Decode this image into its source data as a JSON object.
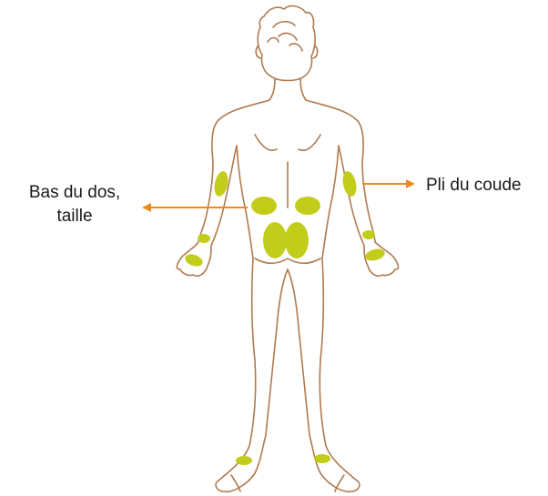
{
  "annotations": {
    "left_line1": "Bas du dos,",
    "left_line2": "taille",
    "right": "Pli du coude"
  },
  "colors": {
    "outline": "#b07a4f",
    "highlight": "#c2cc1a",
    "arrow": "#ee8a1a",
    "text": "#1a1a1a"
  },
  "icons": {
    "figure": "human-body-back-view"
  }
}
